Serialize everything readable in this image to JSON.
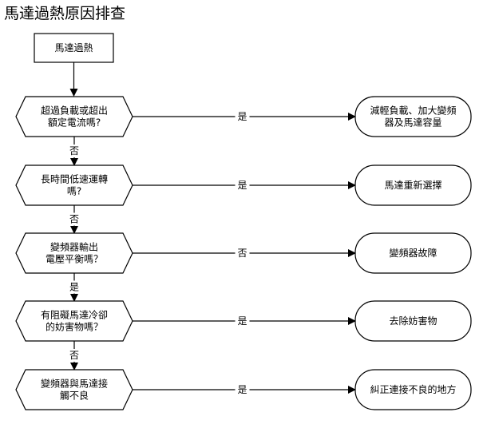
{
  "title": "馬達過熱原因排查",
  "start": "馬達過熱",
  "decisions": [
    {
      "lines": [
        "超過負載或超出",
        "額定電流嗎?"
      ],
      "right_label": "是",
      "down_label": "否",
      "result": [
        "減輕負載、加大變頻",
        "器及馬達容量"
      ]
    },
    {
      "lines": [
        "長時間低速運轉",
        "嗎?"
      ],
      "right_label": "是",
      "down_label": "否",
      "result": [
        "馬達重新選擇"
      ]
    },
    {
      "lines": [
        "變頻器輸出",
        "電壓平衡嗎？"
      ],
      "right_label": "否",
      "down_label": "是",
      "result": [
        "變頻器故障"
      ]
    },
    {
      "lines": [
        "有阻礙馬達冷卻",
        "的妨害物嗎？"
      ],
      "right_label": "是",
      "down_label": "否",
      "result": [
        "去除妨害物"
      ]
    },
    {
      "lines": [
        "變頻器與馬達接",
        "觸不良"
      ],
      "right_label": "是",
      "down_label": null,
      "result": [
        "糾正連接不良的地方"
      ]
    }
  ]
}
